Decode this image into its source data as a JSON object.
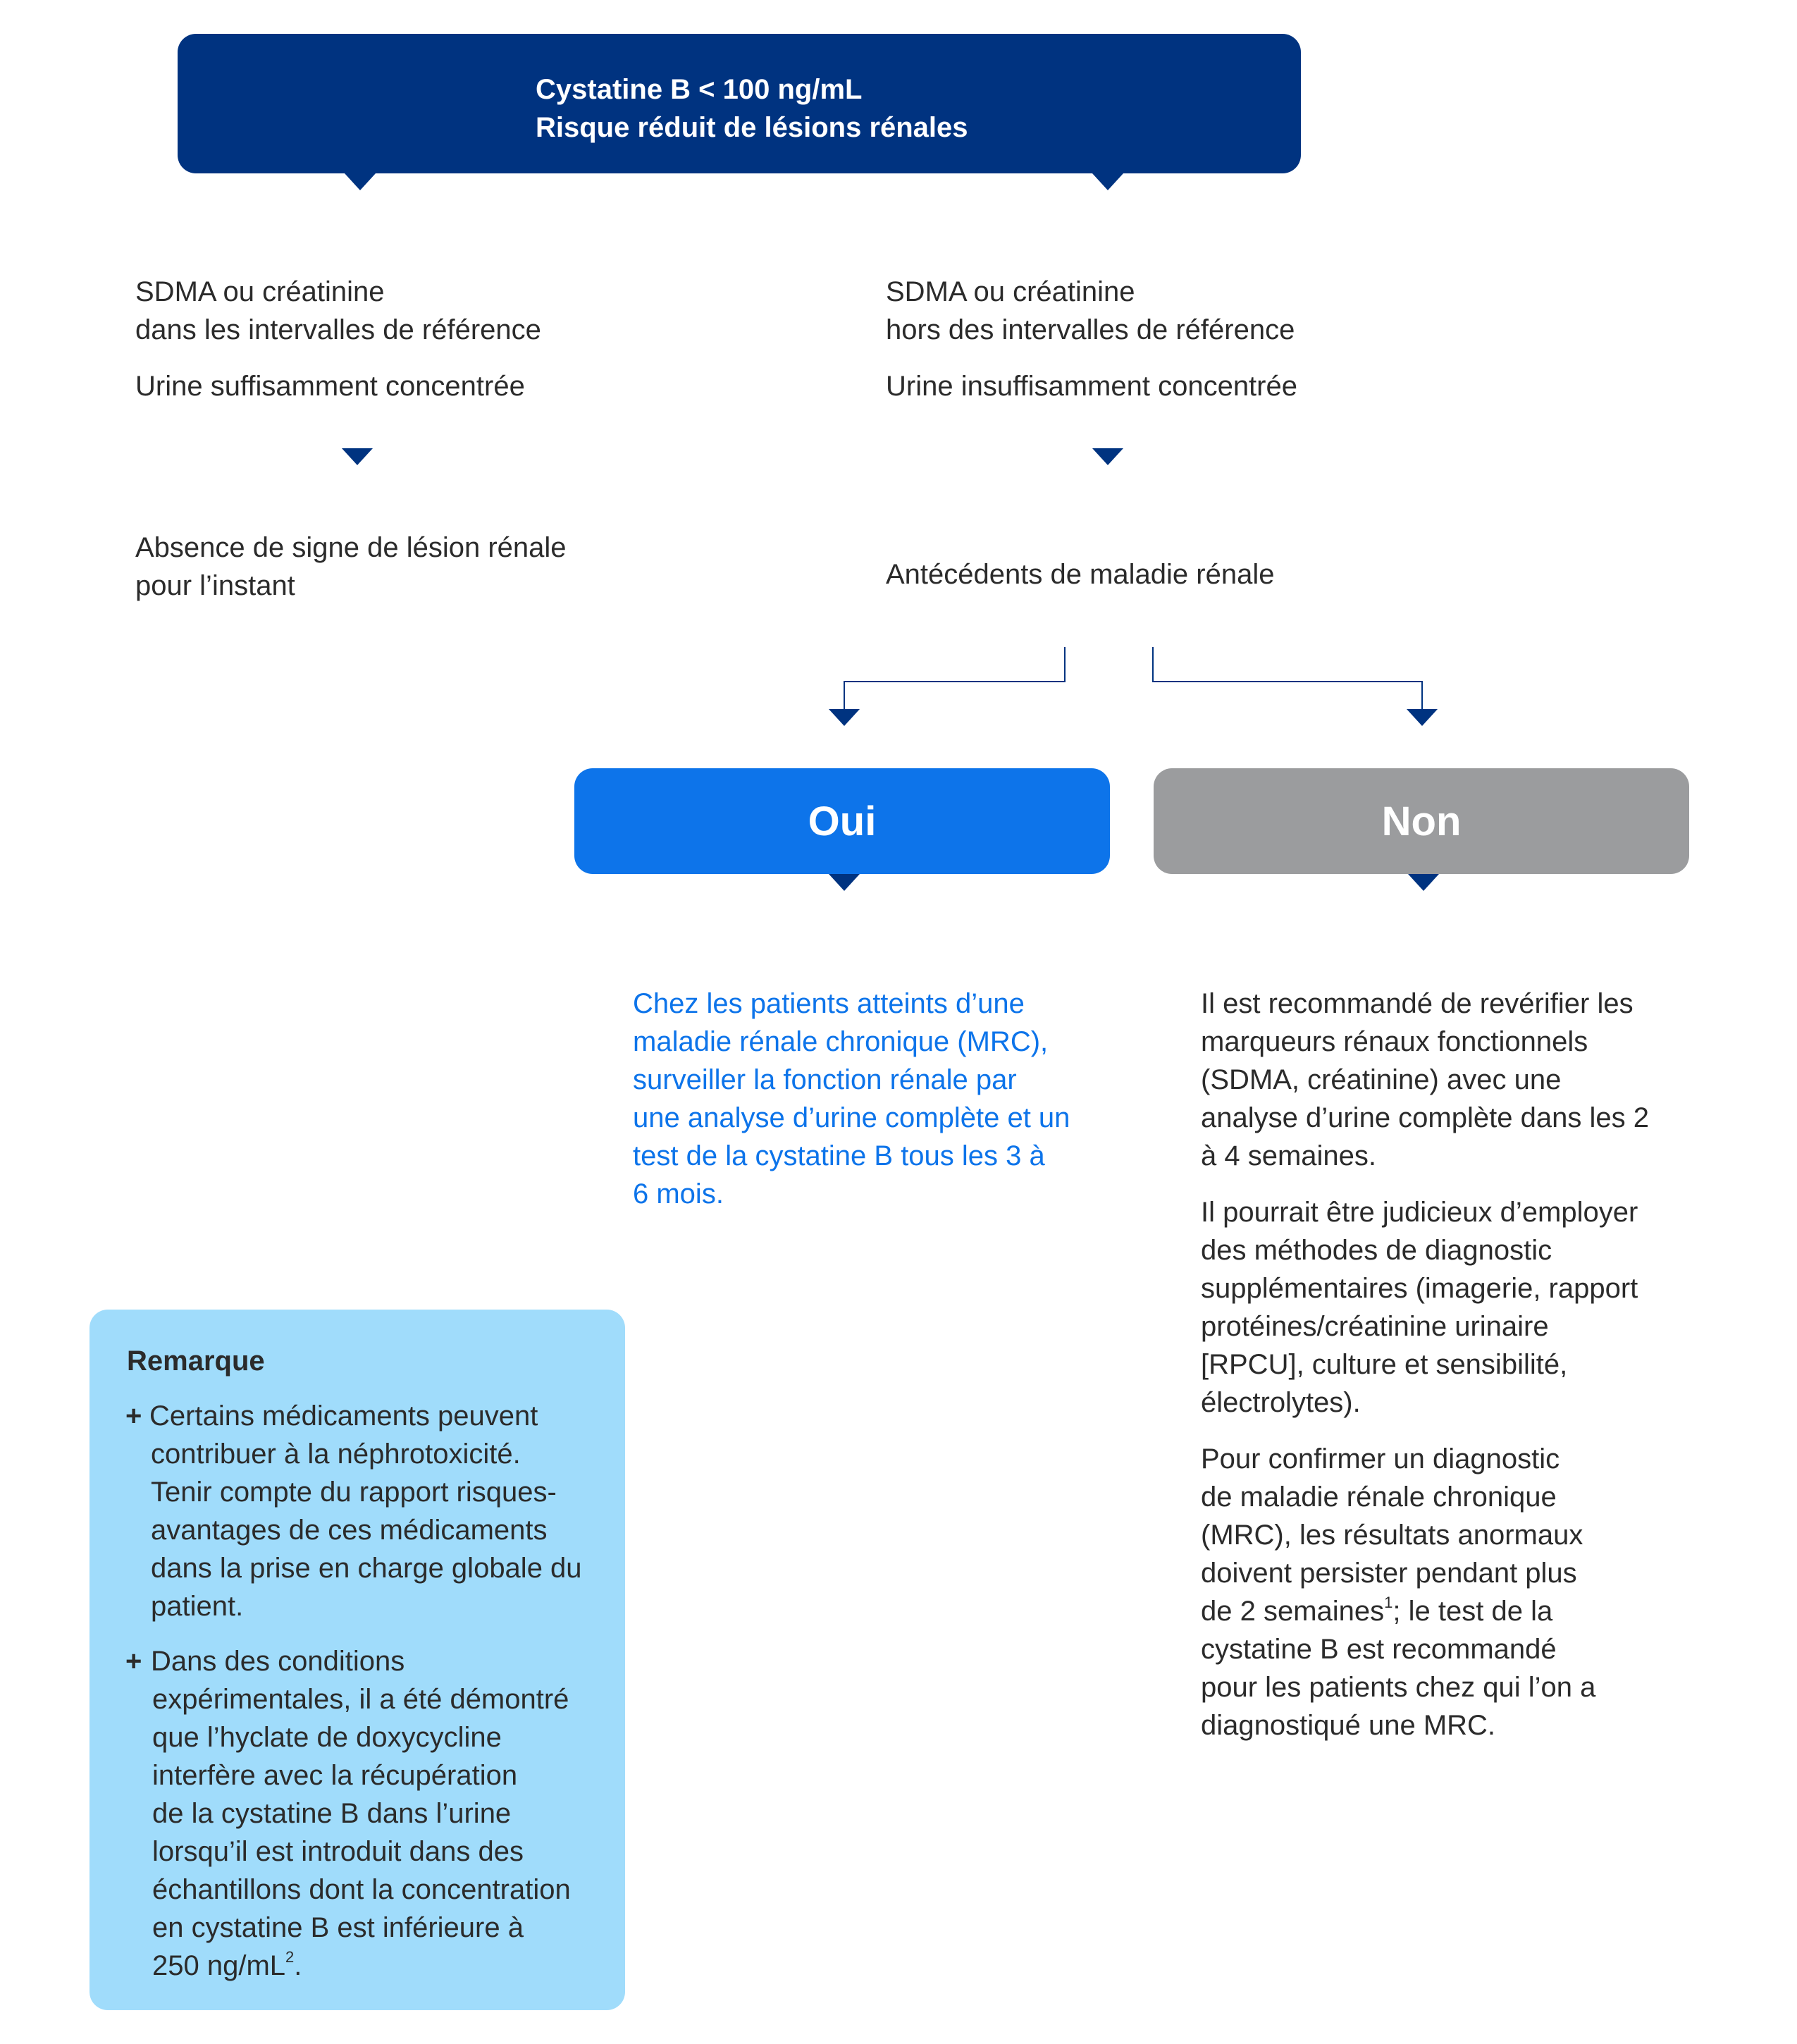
{
  "header": {
    "line1": "Cystatine B < 100 ng/mL",
    "line2": "Risque réduit de lésions rénales"
  },
  "left_branch": {
    "line1": "SDMA ou créatinine",
    "line2": "dans les intervalles de référence",
    "line3": "Urine suffisamment concentrée",
    "result_line1": "Absence de signe de lésion rénale",
    "result_line2": "pour l’instant"
  },
  "right_branch": {
    "line1": "SDMA ou créatinine",
    "line2": "hors des intervalles de référence",
    "line3": "Urine insuffisamment concentrée",
    "question": "Antécédents de maladie rénale"
  },
  "buttons": {
    "oui": "Oui",
    "non": "Non"
  },
  "oui_text": [
    "Chez les patients atteints d’une",
    "maladie rénale chronique (MRC),",
    "surveiller la fonction rénale par",
    "une analyse d’urine complète et un",
    "test de la cystatine B tous les 3 à",
    "6 mois."
  ],
  "non_text": {
    "para1": [
      "Il est recommandé de revérifier les",
      "marqueurs rénaux fonctionnels",
      "(SDMA, créatinine) avec une",
      "analyse d’urine complète dans les 2",
      "à 4 semaines."
    ],
    "para2": [
      "Il pourrait être judicieux d’employer",
      "des méthodes de diagnostic",
      "supplémentaires (imagerie, rapport",
      "protéines/créatinine urinaire",
      "[RPCU], culture et sensibilité,",
      "électrolytes)."
    ],
    "para3": [
      "Pour confirmer un diagnostic",
      "de maladie rénale chronique",
      "(MRC), les résultats anormaux",
      "doivent persister pendant plus",
      "de 2 semaines",
      "1",
      "; le test de la",
      "cystatine B est recommandé",
      "pour les patients chez qui l’on a",
      "diagnostiqué une MRC."
    ]
  },
  "note": {
    "title": "Remarque",
    "bullet1": [
      "Certains médicaments peuvent",
      "contribuer à la néphrotoxicité.",
      "Tenir compte du rapport risques-",
      "avantages de ces médicaments",
      "dans la prise en charge globale du",
      "patient."
    ],
    "bullet2": [
      "Dans des conditions",
      "expérimentales, il a été démontré",
      "que l’hyclate de doxycycline",
      "interfère avec la récupération",
      "de la cystatine B dans l’urine",
      "lorsqu’il est introduit dans des",
      "échantillons dont la concentration",
      "en cystatine B est inférieure à",
      "250 ng/mL",
      "2",
      "."
    ],
    "plus": "+"
  },
  "colors": {
    "navy": "#003380",
    "blue": "#0d74ea",
    "grey": "#9b9c9e",
    "light_blue": "#a0dcfb"
  }
}
